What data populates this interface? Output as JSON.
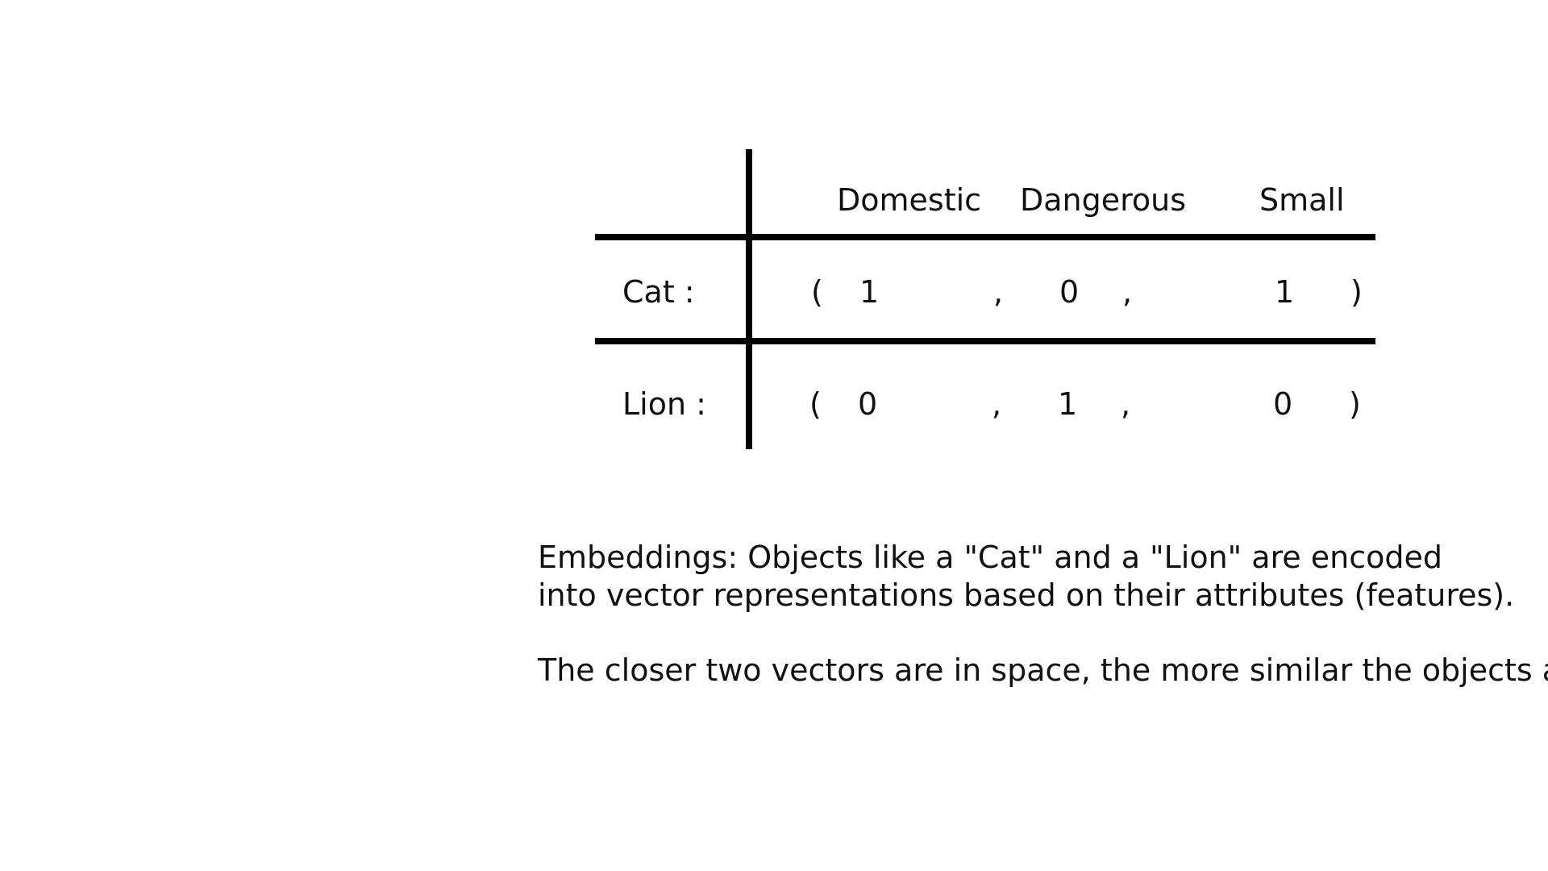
{
  "table": {
    "columns": [
      "Domestic",
      "Dangerous",
      "Small"
    ],
    "rows": [
      {
        "label": "Cat :",
        "open": "(",
        "values": [
          "1",
          "0",
          "1"
        ],
        "separator": ",",
        "close": ")"
      },
      {
        "label": "Lion :",
        "open": "(",
        "values": [
          "0",
          "1",
          "0"
        ],
        "separator": ",",
        "close": ")"
      }
    ]
  },
  "description": {
    "line1": "Embeddings: Objects like a \"Cat\" and a \"Lion\" are encoded",
    "line2": "into vector representations based on their attributes (features).",
    "line3": "The closer two vectors are in space, the more similar the objects are."
  }
}
